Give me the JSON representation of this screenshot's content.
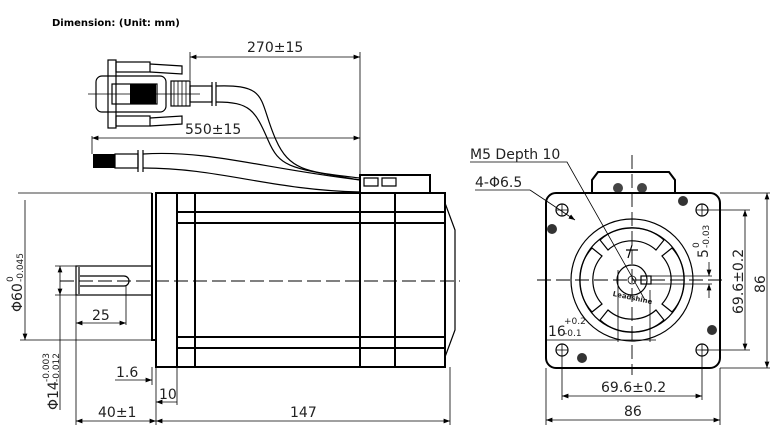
{
  "title": "Dimension: (Unit: mm)",
  "side_view": {
    "cable_encoder_length": "270±15",
    "cable_power_length": "550±15",
    "flange_dia": "Φ60",
    "flange_tol_upper": "0",
    "flange_tol_lower": "-0.045",
    "shaft_dia": "Φ14",
    "shaft_tol_upper": "-0.003",
    "shaft_tol_lower": "-0.012",
    "key_length": "25",
    "flange_step": "1.6",
    "flange_thickness": "10",
    "shaft_length": "40±1",
    "body_length": "147"
  },
  "front_view": {
    "tapped_hole": "M5 Depth 10",
    "mount_holes": "4-Φ6.5",
    "key_width": "5",
    "key_tol_upper": "0",
    "key_tol_lower": "-0.03",
    "key_height": "16",
    "key_h_tol_upper": "+0.2",
    "key_h_tol_lower": "-0.1",
    "hole_pitch_vertical": "69.6±0.2",
    "height": "86",
    "hole_pitch_horizontal": "69.6±0.2",
    "width": "86",
    "logo_text": "Leadshine"
  }
}
